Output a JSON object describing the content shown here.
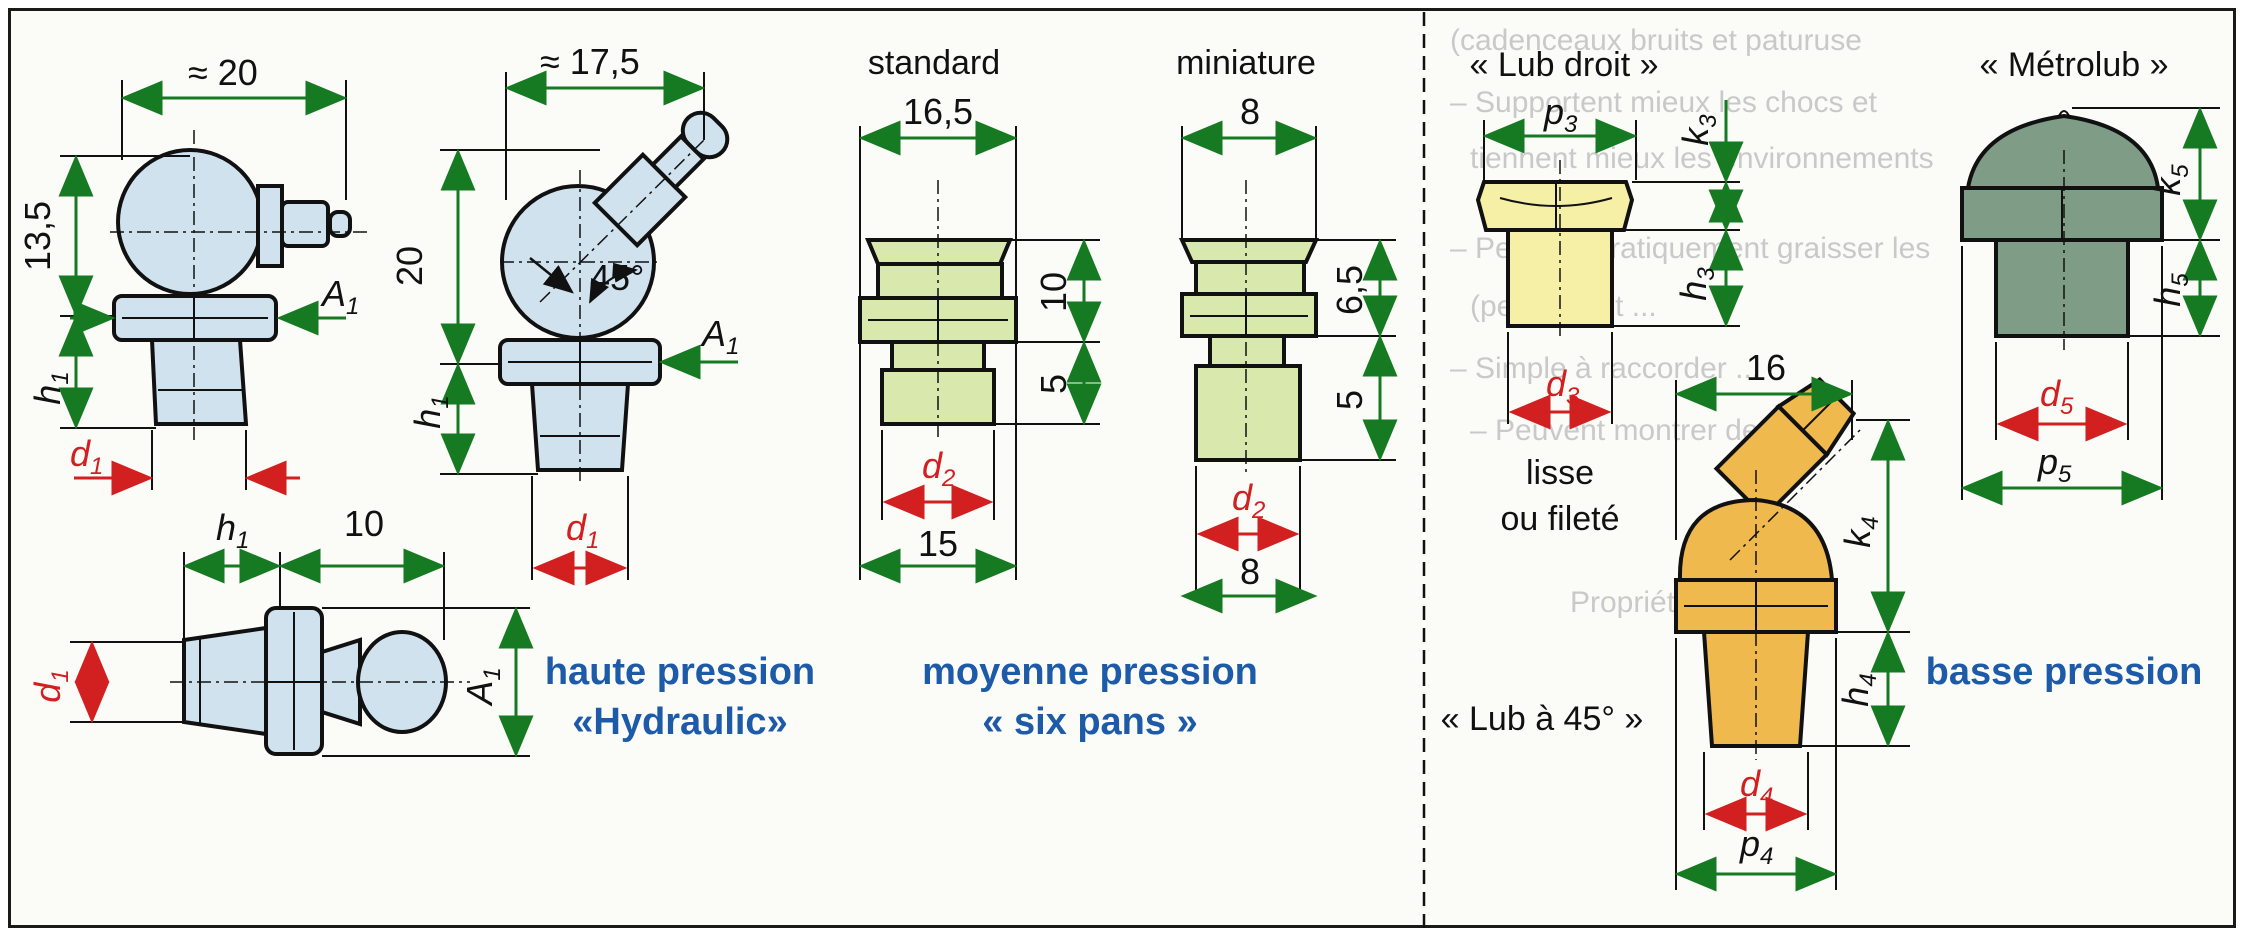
{
  "background_text": {
    "lines": [
      "(cadenceaux bruits et paturuse",
      "– Supportent mieux les chocs et",
      "tiennent mieux les environnements",
      "– Peuvent pratiquement graisser les",
      "(permettent ...",
      "– Simple à raccorder ...",
      "– Peuvent montrer de l'air",
      "Propriétés"
    ]
  },
  "haute_pression": {
    "caption_line1": "haute pression",
    "caption_line2": "«Hydraulic»",
    "straight": {
      "width_label": "≈ 20",
      "height_label": "13,5",
      "hex_label": "A",
      "hex_sub": "1",
      "h_label": "h",
      "h_sub": "1",
      "d_label": "d",
      "d_sub": "1"
    },
    "angled": {
      "width_label": "≈ 17,5",
      "height_label": "20",
      "angle_label": "45°",
      "hex_label": "A",
      "hex_sub": "1",
      "h_label": "h",
      "h_sub": "1",
      "d_label": "d",
      "d_sub": "1"
    },
    "horizontal": {
      "h_label": "h",
      "h_sub": "1",
      "length_label": "10",
      "hex_label": "A",
      "hex_sub": "1",
      "d_label": "d",
      "d_sub": "1"
    }
  },
  "moyenne_pression": {
    "caption_line1": "moyenne pression",
    "caption_line2": "« six pans »",
    "standard": {
      "title": "standard",
      "top_width": "16,5",
      "head_height": "10",
      "thread_height": "5",
      "bottom_width": "15",
      "d_label": "d",
      "d_sub": "2"
    },
    "miniature": {
      "title": "miniature",
      "top_width": "8",
      "head_height": "6,5",
      "thread_height": "5",
      "bottom_width": "8",
      "d_label": "d",
      "d_sub": "2"
    }
  },
  "basse_pression": {
    "caption": "basse pression",
    "lub_droit": {
      "title": "« Lub droit »",
      "p_label": "p",
      "p_sub": "3",
      "k_label": "k",
      "k_sub": "3",
      "h_label": "h",
      "h_sub": "3",
      "d_label": "d",
      "d_sub": "3",
      "note_line1": "lisse",
      "note_line2": "ou fileté"
    },
    "metrolub": {
      "title": "« Métrolub »",
      "k_label": "k",
      "k_sub": "5",
      "h_label": "h",
      "h_sub": "5",
      "d_label": "d",
      "d_sub": "5",
      "p_label": "p",
      "p_sub": "5"
    },
    "lub_45": {
      "title": "« Lub à 45° »",
      "width_label": "16",
      "k_label": "k",
      "k_sub": "4",
      "h_label": "h",
      "h_sub": "4",
      "d_label": "d",
      "d_sub": "4",
      "p_label": "p",
      "p_sub": "4"
    }
  },
  "colors": {
    "dimension_green": "#167a22",
    "diameter_red": "#d21f1f",
    "caption_blue": "#1d5aa8",
    "haute_fill": "#cfe2ee",
    "moyenne_fill": "#d9e8ad",
    "lub_droit_fill": "#f6f0a6",
    "metrolub_fill": "#7f9c87",
    "lub45_fill": "#f0b94e"
  }
}
